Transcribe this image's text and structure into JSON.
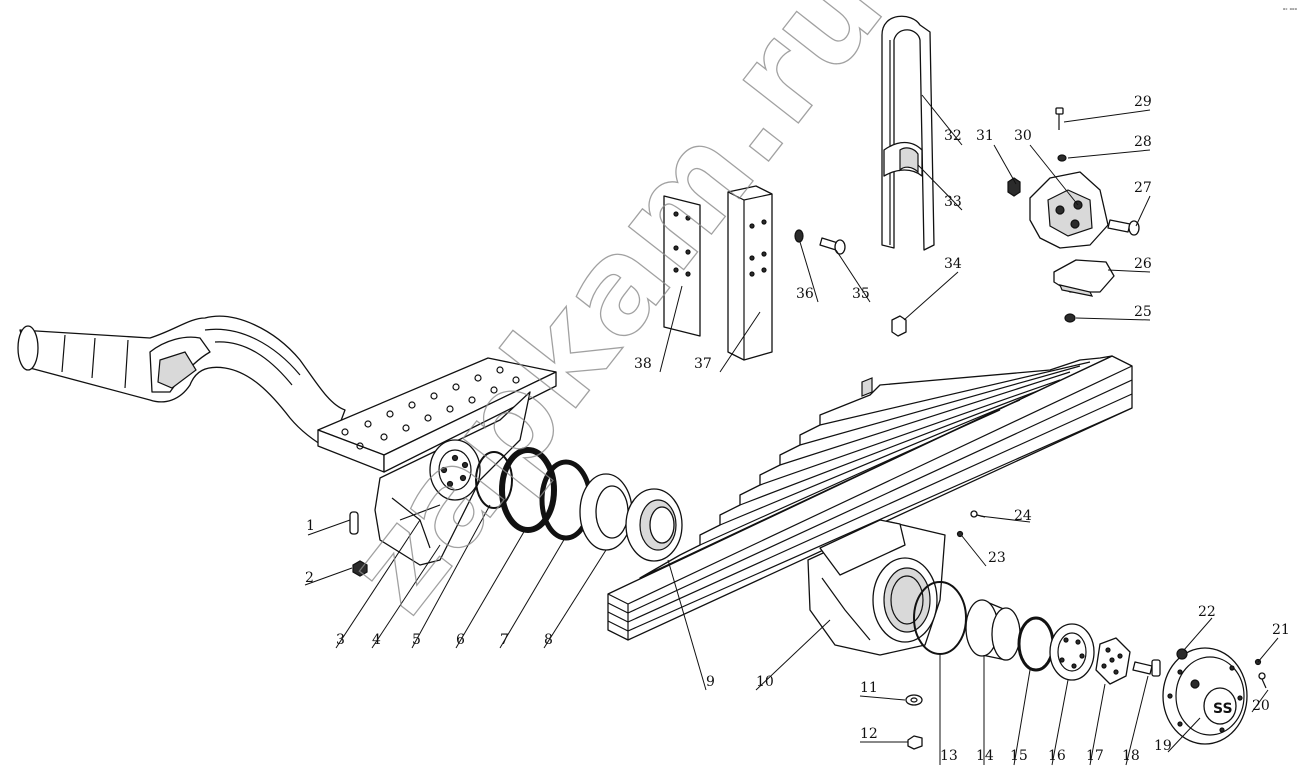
{
  "corner_mark": "ᵒᶜ ᵒᵒᵒ",
  "watermark": "zapkam.ru",
  "callouts": [
    {
      "id": "1",
      "label": "1"
    },
    {
      "id": "2",
      "label": "2"
    },
    {
      "id": "3",
      "label": "3"
    },
    {
      "id": "4",
      "label": "4"
    },
    {
      "id": "5",
      "label": "5"
    },
    {
      "id": "6",
      "label": "6"
    },
    {
      "id": "7",
      "label": "7"
    },
    {
      "id": "8",
      "label": "8"
    },
    {
      "id": "9",
      "label": "9"
    },
    {
      "id": "10",
      "label": "10"
    },
    {
      "id": "11",
      "label": "11"
    },
    {
      "id": "12",
      "label": "12"
    },
    {
      "id": "13",
      "label": "13"
    },
    {
      "id": "14",
      "label": "14"
    },
    {
      "id": "15",
      "label": "15"
    },
    {
      "id": "16",
      "label": "16"
    },
    {
      "id": "17",
      "label": "17"
    },
    {
      "id": "18",
      "label": "18"
    },
    {
      "id": "19",
      "label": "19"
    },
    {
      "id": "20",
      "label": "20"
    },
    {
      "id": "21",
      "label": "21"
    },
    {
      "id": "22",
      "label": "22"
    },
    {
      "id": "23",
      "label": "23"
    },
    {
      "id": "24",
      "label": "24"
    },
    {
      "id": "25",
      "label": "25"
    },
    {
      "id": "26",
      "label": "26"
    },
    {
      "id": "27",
      "label": "27"
    },
    {
      "id": "28",
      "label": "28"
    },
    {
      "id": "29",
      "label": "29"
    },
    {
      "id": "30",
      "label": "30"
    },
    {
      "id": "31",
      "label": "31"
    },
    {
      "id": "32",
      "label": "32"
    },
    {
      "id": "33",
      "label": "33"
    },
    {
      "id": "34",
      "label": "34"
    },
    {
      "id": "35",
      "label": "35"
    },
    {
      "id": "36",
      "label": "36"
    },
    {
      "id": "37",
      "label": "37"
    },
    {
      "id": "38",
      "label": "38"
    }
  ]
}
